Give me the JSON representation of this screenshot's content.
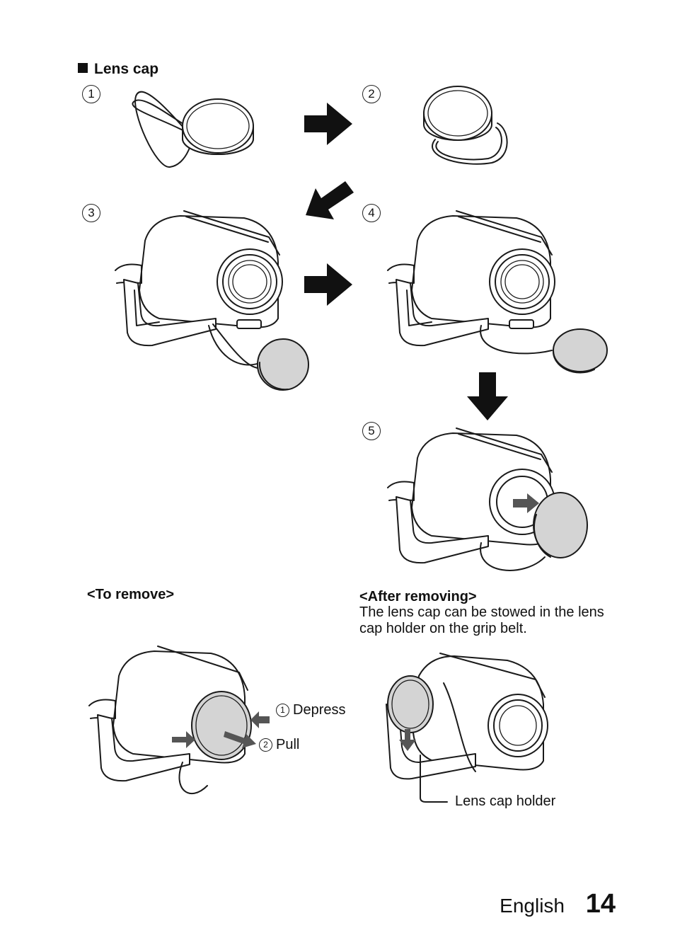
{
  "section": {
    "title": "Lens cap"
  },
  "steps": [
    "1",
    "2",
    "3",
    "4",
    "5"
  ],
  "to_remove": {
    "heading": "<To remove>",
    "depress_num": "1",
    "depress_label": "Depress",
    "pull_num": "2",
    "pull_label": "Pull"
  },
  "after_removing": {
    "heading": "<After removing>",
    "body": "The lens cap can be stowed in the lens cap holder on the grip belt.",
    "holder_label": "Lens cap holder"
  },
  "footer": {
    "language": "English",
    "page_number": "14"
  }
}
